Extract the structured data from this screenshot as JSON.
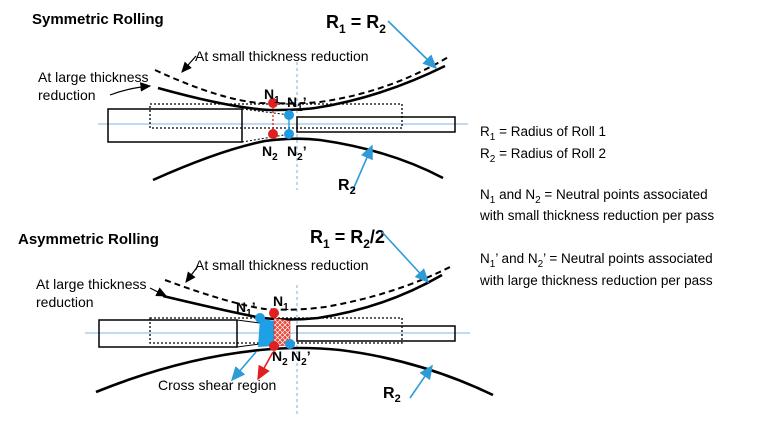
{
  "colors": {
    "line": "#000000",
    "axis": "#5b9bd5",
    "arrow_blue": "#2e9bd6",
    "neutral_red": "#e02020",
    "neutral_blue": "#1f9be0",
    "shear_fill": "#e8483a",
    "shear_blue": "#1ea0e6"
  },
  "symmetric": {
    "title": "Symmetric Rolling",
    "roll_relation_main": "R",
    "roll_relation_sub1": "1",
    "roll_relation_eq": " = R",
    "roll_relation_sub2": "2",
    "small_label": "At small thickness reduction",
    "large_label_line1": "At large thickness",
    "large_label_line2": "reduction",
    "n1_main": "N",
    "n1_sub": "1",
    "n1p_main": "N",
    "n1p_sub": "1",
    "n1p_prime": "’",
    "n2_main": "N",
    "n2_sub": "2",
    "n2p_main": "N",
    "n2p_sub": "2",
    "n2p_prime": "’",
    "r2_main": "R",
    "r2_sub": "2"
  },
  "asymmetric": {
    "title": "Asymmetric Rolling",
    "roll_relation_main": "R",
    "roll_relation_sub1": "1",
    "roll_relation_eq": " = R",
    "roll_relation_sub2": "2",
    "roll_relation_tail": "/2",
    "small_label": "At small thickness reduction",
    "large_label_line1": "At large thickness",
    "large_label_line2": "reduction",
    "n1p_main": "N",
    "n1p_sub": "1",
    "n1p_prime": "’",
    "n1_main": "N",
    "n1_sub": "1",
    "n2_main": "N",
    "n2_sub": "2",
    "n2p_main": "N",
    "n2p_sub": "2",
    "n2p_prime": "’",
    "cross_shear": "Cross shear region",
    "r2_main": "R",
    "r2_sub": "2"
  },
  "legend": {
    "r1_main": "R",
    "r1_sub": "1",
    "r1_text": " = Radius of Roll 1",
    "r2_main": "R",
    "r2_sub": "2",
    "r2_text": " = Radius of Roll 2",
    "n_small_a": "N",
    "n_small_a_sub": "1",
    "n_small_and": " and N",
    "n_small_b_sub": "2",
    "n_small_text": " = Neutral points associated",
    "n_small_line2": "with small thickness reduction per pass",
    "n_large_a": "N",
    "n_large_a_sub": "1",
    "n_large_mid": "’ and N",
    "n_large_b_sub": "2",
    "n_large_text": "’ = Neutral points associated",
    "n_large_line2": "with large thickness reduction per pass"
  }
}
